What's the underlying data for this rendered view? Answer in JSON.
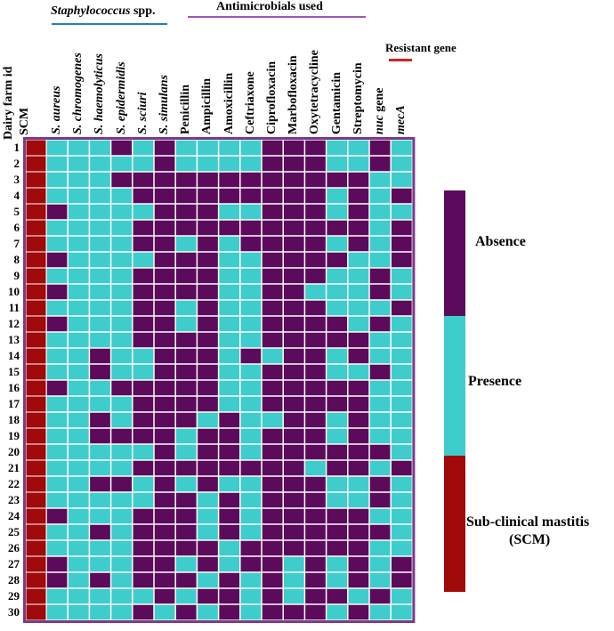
{
  "groups": {
    "staph": {
      "label_italic": "Staphylococcus",
      "label_plain": " spp.",
      "line_color": "#1f7fc4"
    },
    "antimicrobials": {
      "label": "Antimicrobials  used",
      "line_color": "#9b59b6"
    },
    "resistant": {
      "label": "Resistant gene",
      "line_color": "#d62020"
    }
  },
  "row_header": {
    "line1": "Dairy farm id",
    "line2": "SCM"
  },
  "columns": [
    {
      "label": "S. aureus",
      "italic": true
    },
    {
      "label": "S. chromogenes",
      "italic": true
    },
    {
      "label": "S. haemolyticus",
      "italic": true
    },
    {
      "label": "S. epidermidis",
      "italic": true
    },
    {
      "label": "S. sciuri",
      "italic": true
    },
    {
      "label": "S. simulans",
      "italic": true
    },
    {
      "label": "Penicillin",
      "italic": false
    },
    {
      "label": "Ampicillin",
      "italic": false
    },
    {
      "label": "Amoxicillin",
      "italic": false
    },
    {
      "label": "Ceftriaxone",
      "italic": false
    },
    {
      "label": "Ciprofloxacin",
      "italic": false
    },
    {
      "label": "Marbofloxacin",
      "italic": false
    },
    {
      "label": "Oxytetracycline",
      "italic": false
    },
    {
      "label": "Gentamicin",
      "italic": false
    },
    {
      "label": "Streptomycin",
      "italic": false
    },
    {
      "label_italic": "nuc",
      "label": " gene",
      "italic": false
    },
    {
      "label": "mecA",
      "italic": true
    }
  ],
  "rows": [
    "1",
    "2",
    "3",
    "4",
    "5",
    "6",
    "7",
    "8",
    "9",
    "10",
    "11",
    "12",
    "13",
    "14",
    "15",
    "16",
    "17",
    "18",
    "19",
    "20",
    "21",
    "22",
    "23",
    "24",
    "25",
    "26",
    "27",
    "28",
    "29",
    "30"
  ],
  "colors": {
    "absence": "#5c0a5c",
    "presence": "#3fcccc",
    "scm": "#a00a0a",
    "grid": "#ffffff",
    "border": "#7a3a8a"
  },
  "legend": {
    "absence": "Absence",
    "presence": "Presence",
    "scm_line1": "Sub-clinical mastitis",
    "scm_line2": "(SCM)"
  },
  "matrix": [
    "PPPAPAPPPPAAAPPAP",
    "PPPPPAPPPPAAAPPAP",
    "PPPAAAAAAAAAAAAPP",
    "PPPPAAAAAAAAAPAPA",
    "APPPPAAAPPAAAPAPP",
    "PPPPAAAAAAAAAAAPA",
    "PPPPAAPAPAAAAPAPA",
    "APPPPAAAPPAAAAPPA",
    "PPPPAAAAPPAAAPPAP",
    "APPPAAAAPPAAPPPAP",
    "PPPPAAPAPPAAAPPPA",
    "APPPAAPAPPAAAAPAP",
    "PPPPAAAAPPAAAAAPP",
    "PPAPPAAAPAPAAPAPP",
    "PPAPPAAAPPAAAPPAP",
    "APPAAAAAPPAAAAAPP",
    "PPPPAAAAPPAAAAAPP",
    "PPAPAAAPAPPAAPAPP",
    "PPAAAAPAAPAAAPAPP",
    "PPPPPAPAAPAAAAAAP",
    "PPPPAAAAAAAAPAAPA",
    "PPAAPAPAPPAAAPPAP",
    "PPPPPAAPAPAAAPPAP",
    "APPPAAAPAPAAAAAPP",
    "PPAPAAAPAPAAAAAAP",
    "PPPPAAAAPAAAAAAPP",
    "APPPAAPAPAAPAPAPA",
    "APAPAAAPAPAPAPAPA",
    "PPPPPAPAAPAPAAPAP",
    "PPPPAPAPAPAAAPAPP"
  ]
}
